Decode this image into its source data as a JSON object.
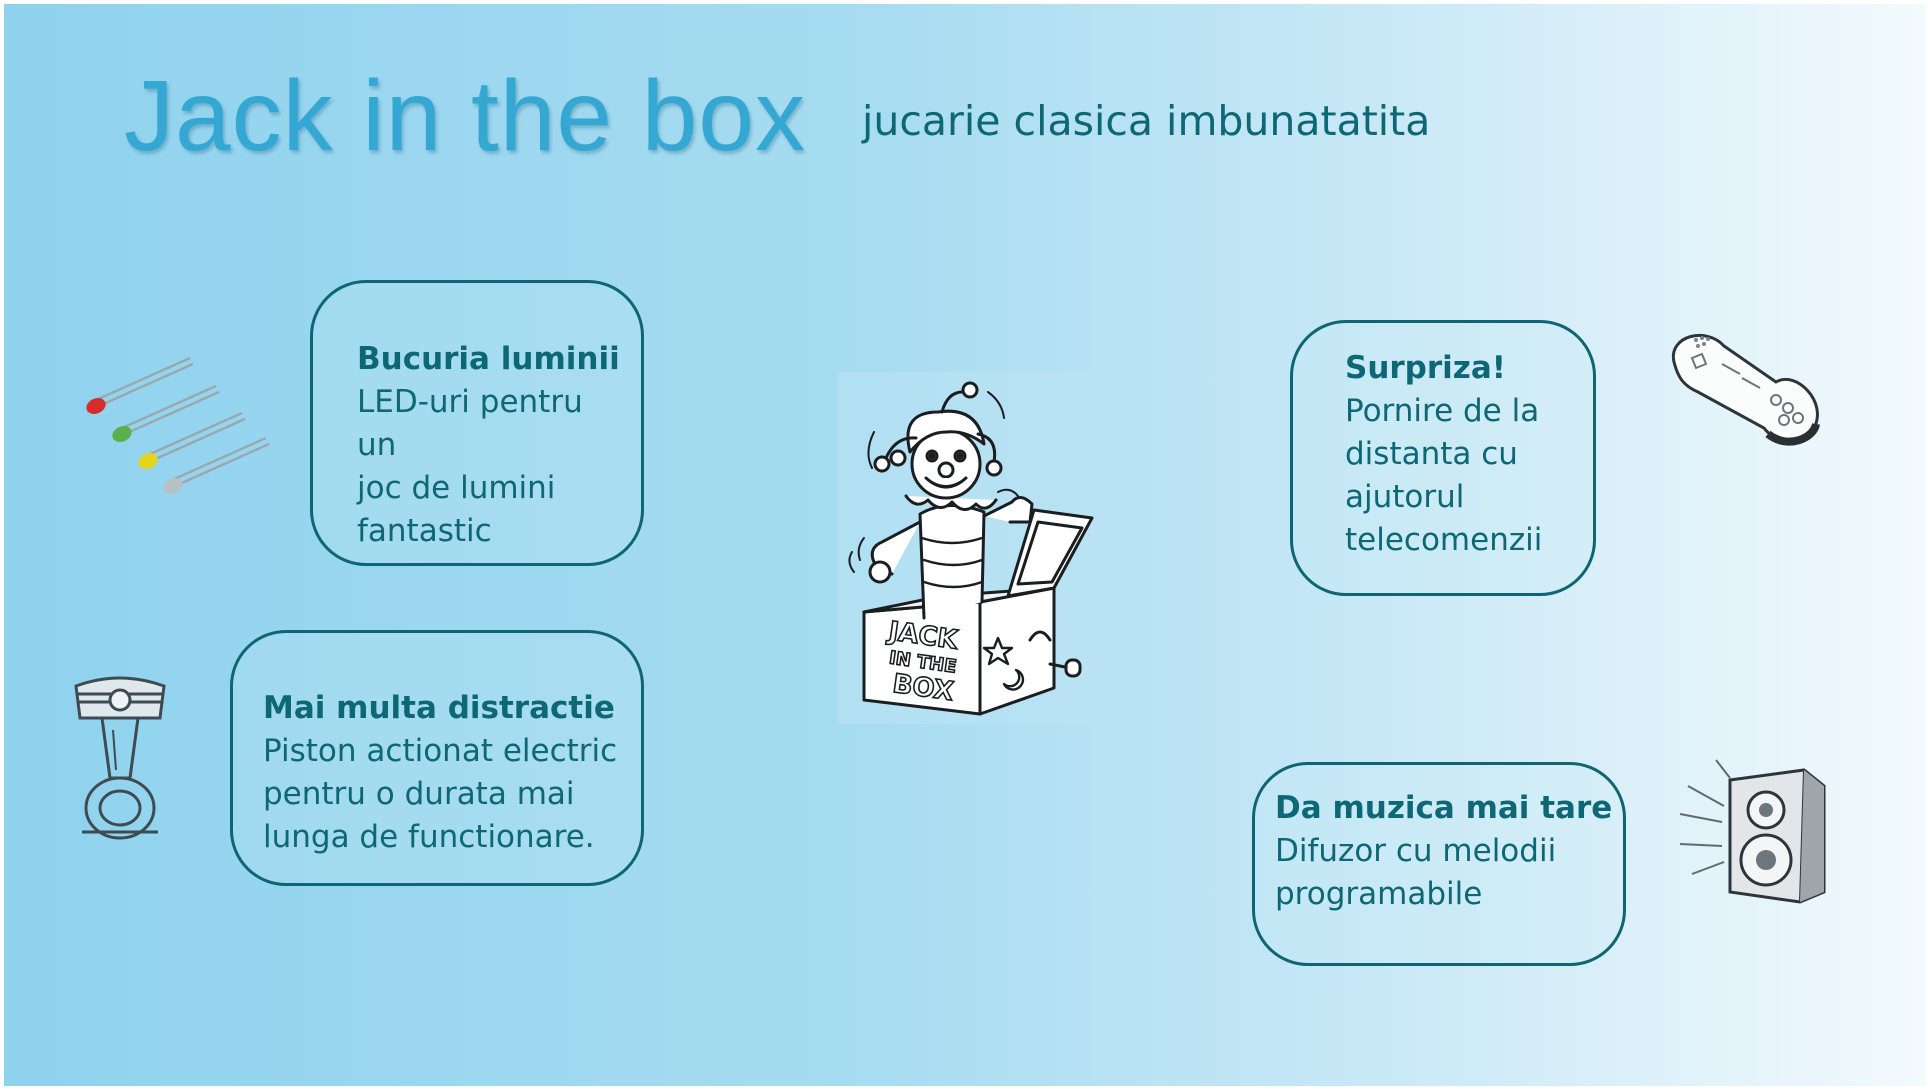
{
  "slide": {
    "title": "Jack in the box",
    "subtitle": "jucarie clasica imbunatatita"
  },
  "features": [
    {
      "title": "Bucuria luminii",
      "text": "LED-uri pentru un\njoc de lumini\nfantastic",
      "icon": "led-icon"
    },
    {
      "title": "Mai multa distractie",
      "text": "Piston actionat electric\npentru o durata mai\nlunga de functionare.",
      "icon": "piston-icon"
    },
    {
      "title": "Surpriza!",
      "text": "Pornire de la\ndistanta cu\najutorul\ntelecomenzii",
      "icon": "remote-control-icon"
    },
    {
      "title": "Da muzica mai tare",
      "text": "Difuzor cu melodii\nprogramabile",
      "icon": "speaker-icon"
    }
  ],
  "illustration": {
    "box_lines": [
      "JACK",
      "IN THE",
      "BOX"
    ],
    "icon": "jack-in-the-box-icon"
  },
  "colors": {
    "accent": "#0d6774",
    "title": "#35a7d3",
    "border": "#0f6672"
  }
}
